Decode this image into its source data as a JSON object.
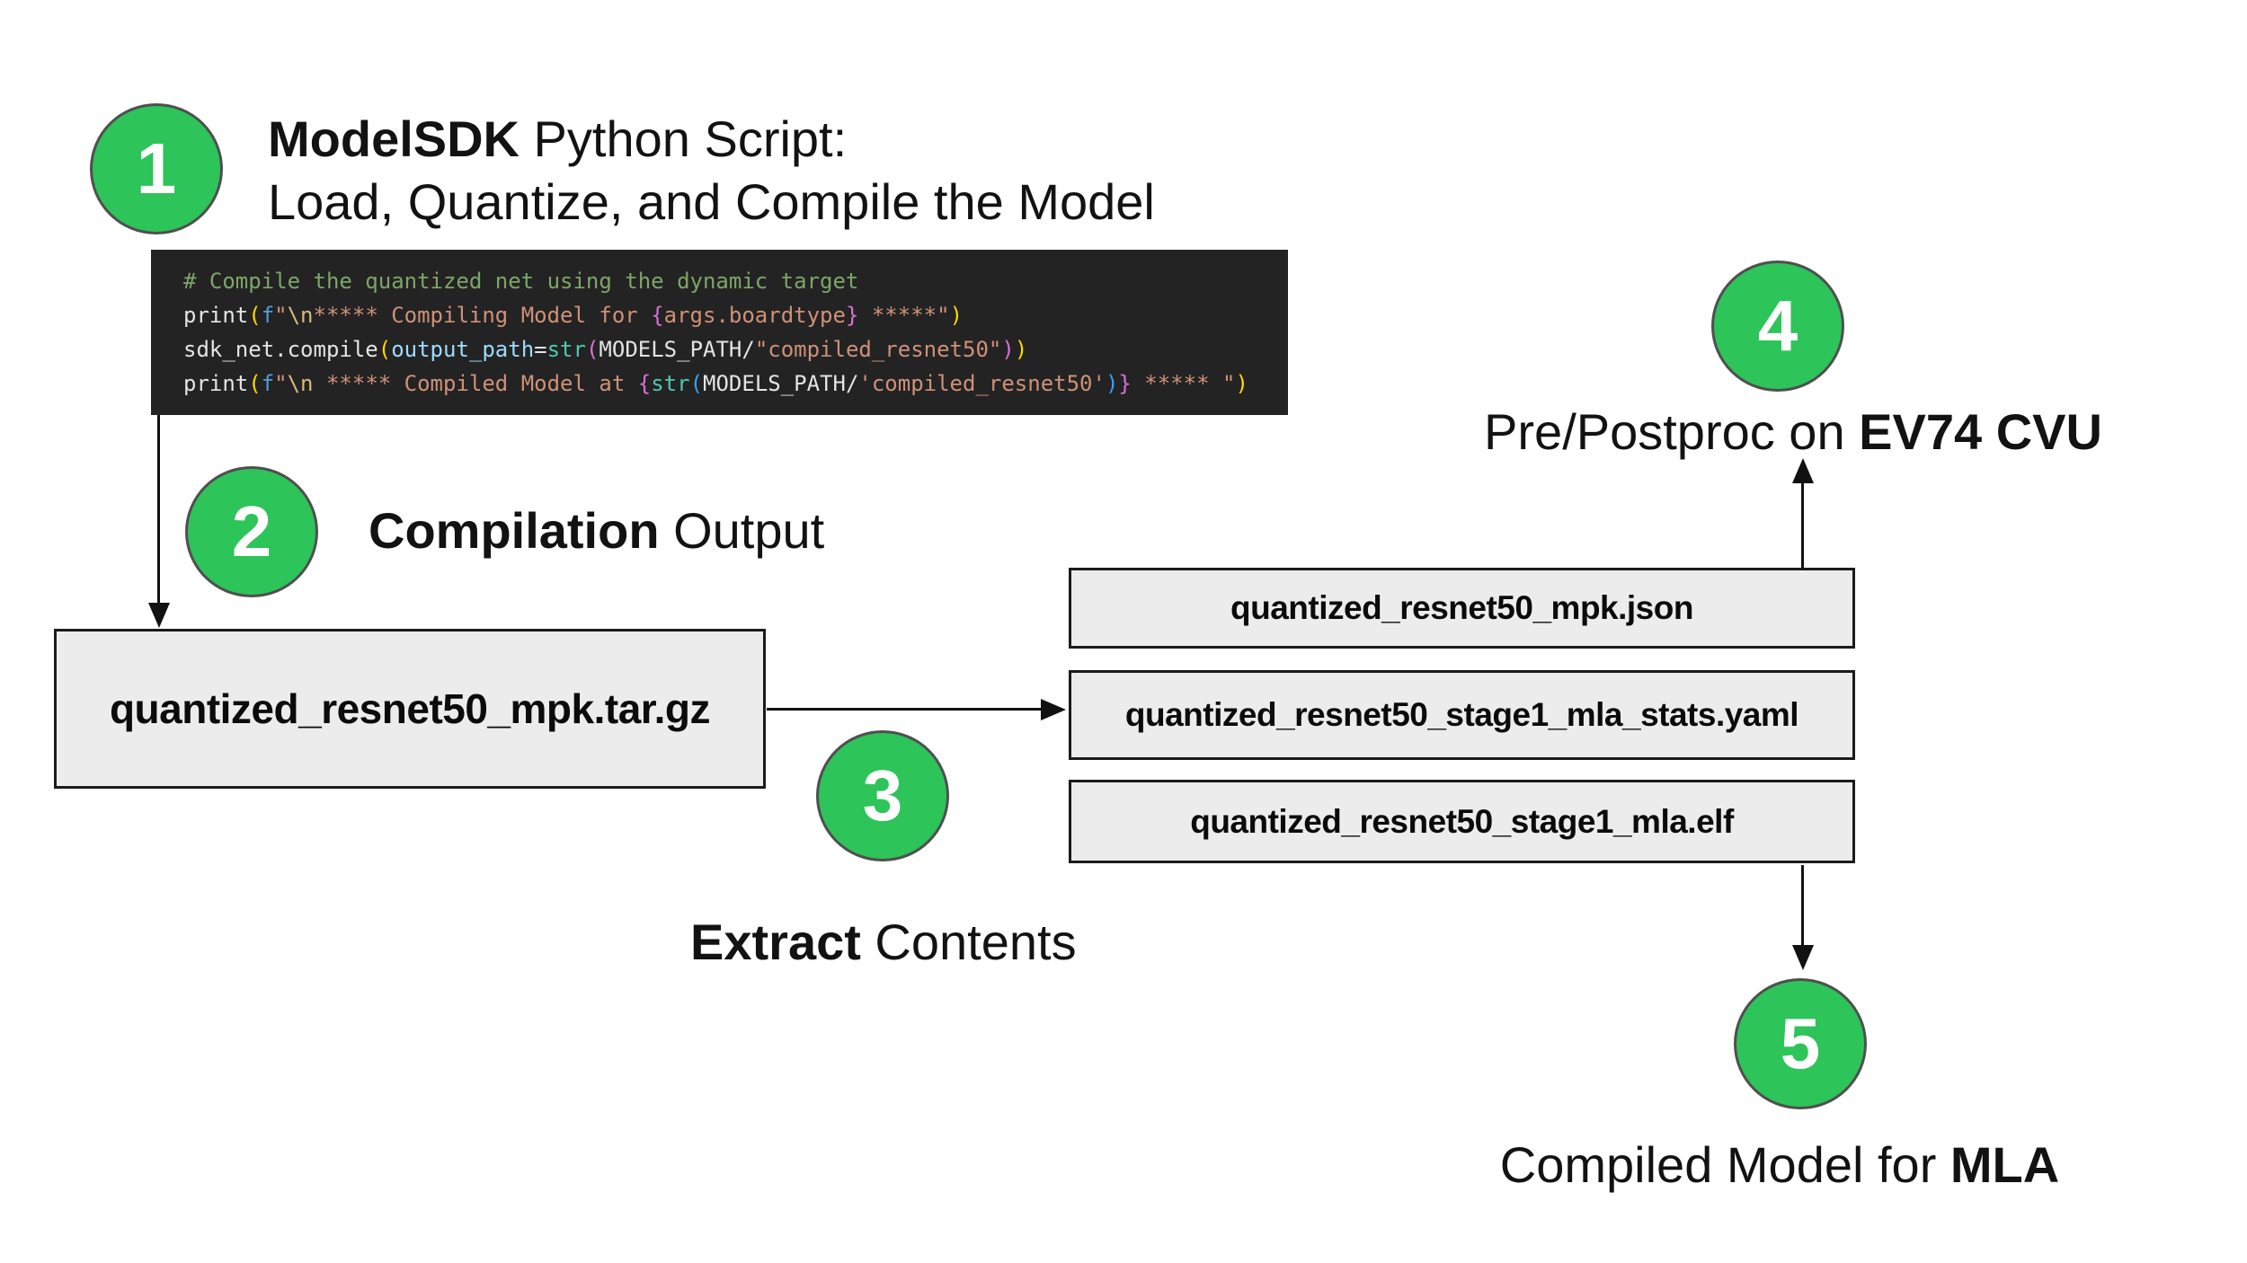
{
  "colors": {
    "accent_green": "#2DC45A",
    "circle_border": "#4f4f4f",
    "box_bg": "#ECECEC",
    "box_border": "#1B1B1B",
    "code_bg": "#232323",
    "arrow": "#111111"
  },
  "steps": {
    "s1": {
      "number": "1",
      "title_bold": "ModelSDK",
      "title_rest": " Python Script:",
      "title_line2": "Load, Quantize, and Compile the Model"
    },
    "s2": {
      "number": "2",
      "label_bold": "Compilation",
      "label_rest": " Output"
    },
    "s3": {
      "number": "3",
      "label_bold": "Extract",
      "label_rest": " Contents"
    },
    "s4": {
      "number": "4",
      "label_pre": "Pre/Postproc on ",
      "label_bold": "EV74 CVU"
    },
    "s5": {
      "number": "5",
      "label_pre": "Compiled Model for ",
      "label_bold": "MLA"
    }
  },
  "archive_box": {
    "label": "quantized_resnet50_mpk.tar.gz"
  },
  "extracted_files": [
    "quantized_resnet50_mpk.json",
    "quantized_resnet50_stage1_mla_stats.yaml",
    "quantized_resnet50_stage1_mla.elf"
  ],
  "code": {
    "lines": [
      [
        {
          "c": "comment",
          "t": "# Compile the quantized net using the dynamic target"
        }
      ],
      [
        {
          "c": "plain",
          "t": "print"
        },
        {
          "c": "p1",
          "t": "("
        },
        {
          "c": "kw",
          "t": "f"
        },
        {
          "c": "str",
          "t": "\""
        },
        {
          "c": "esc",
          "t": "\\n"
        },
        {
          "c": "str",
          "t": "***** Compiling Model for "
        },
        {
          "c": "p2",
          "t": "{"
        },
        {
          "c": "str",
          "t": "args.boardtype"
        },
        {
          "c": "p2",
          "t": "}"
        },
        {
          "c": "str",
          "t": " *****\""
        },
        {
          "c": "p1",
          "t": ")"
        }
      ],
      [
        {
          "c": "plain",
          "t": "sdk_net.compile"
        },
        {
          "c": "p1",
          "t": "("
        },
        {
          "c": "var",
          "t": "output_path"
        },
        {
          "c": "plain",
          "t": "="
        },
        {
          "c": "fn",
          "t": "str"
        },
        {
          "c": "p2",
          "t": "("
        },
        {
          "c": "plain",
          "t": "MODELS_PATH/"
        },
        {
          "c": "str",
          "t": "\"compiled_resnet50\""
        },
        {
          "c": "p2",
          "t": ")"
        },
        {
          "c": "p1",
          "t": ")"
        }
      ],
      [
        {
          "c": "plain",
          "t": "print"
        },
        {
          "c": "p1",
          "t": "("
        },
        {
          "c": "kw",
          "t": "f"
        },
        {
          "c": "str",
          "t": "\""
        },
        {
          "c": "esc",
          "t": "\\n"
        },
        {
          "c": "str",
          "t": " ***** Compiled Model at "
        },
        {
          "c": "p2",
          "t": "{"
        },
        {
          "c": "fn",
          "t": "str"
        },
        {
          "c": "p3",
          "t": "("
        },
        {
          "c": "plain",
          "t": "MODELS_PATH/"
        },
        {
          "c": "str",
          "t": "'compiled_resnet50'"
        },
        {
          "c": "p3",
          "t": ")"
        },
        {
          "c": "p2",
          "t": "}"
        },
        {
          "c": "str",
          "t": " ***** \""
        },
        {
          "c": "p1",
          "t": ")"
        }
      ]
    ]
  }
}
